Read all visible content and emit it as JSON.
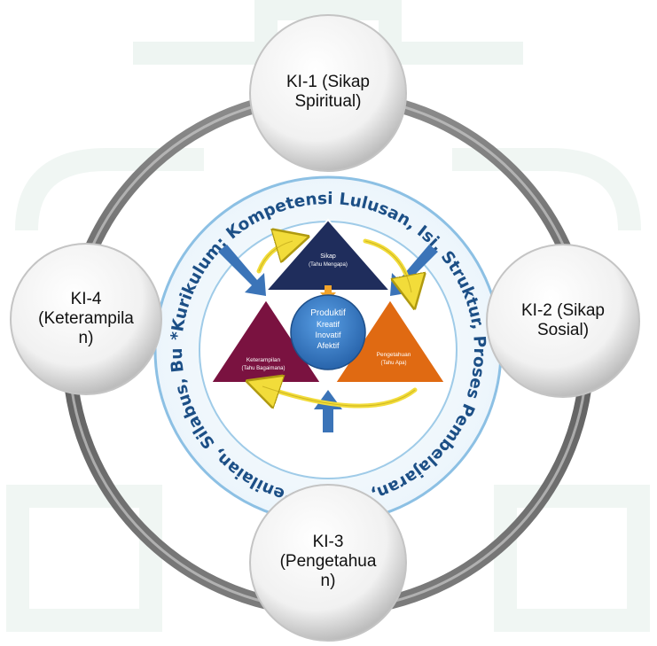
{
  "nodes": {
    "ki1": {
      "lines": [
        "KI-1 (Sikap",
        "Spiritual)"
      ]
    },
    "ki2": {
      "lines": [
        "KI-2 (Sikap",
        "Sosial)"
      ]
    },
    "ki3": {
      "lines": [
        "KI-3",
        "(Pengetahua",
        "n)"
      ]
    },
    "ki4": {
      "lines": [
        "KI-4",
        "(Keterampila",
        "n)"
      ]
    }
  },
  "center": {
    "arc_text": "*Kurikulum: Kompetensi Lulusan, Isi, Struktur, Proses Pembelajaran, Proses Penilaian, Silabus, Buku*",
    "triangles": {
      "sikap": {
        "title": "Sikap",
        "subtitle": "(Tahu Mengapa)"
      },
      "keterampilan": {
        "title": "Keterampilan",
        "subtitle": "(Tahu Bagaimana)"
      },
      "pengetahuan": {
        "title": "Pengetahuan",
        "subtitle": "(Tahu Apa)"
      }
    },
    "core": [
      "Produktif",
      "Kreatif",
      "Inovatif",
      "Afektif"
    ]
  },
  "colors": {
    "ring": "#6f6f6f",
    "sikap": "#1f2d5c",
    "keterampilan": "#7a1240",
    "pengetahuan": "#e06a12",
    "core": "#2f78c4",
    "arrow_blue": "#3b74b8",
    "arrow_yellow": "#f2dc3a",
    "inner_ring_stroke": "#6aa8d8",
    "inner_text": "#1c4f86"
  }
}
